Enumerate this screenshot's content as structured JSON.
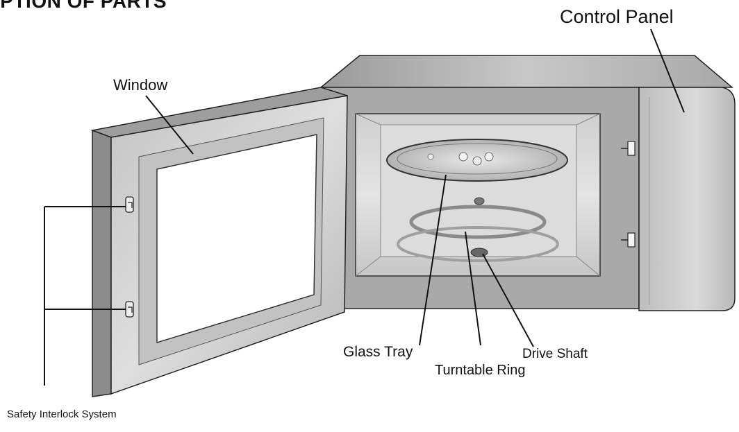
{
  "title": "IPTION OF PARTS",
  "labels": {
    "control_panel": "Control Panel",
    "window": "Window",
    "glass_tray": "Glass Tray",
    "turntable_ring": "Turntable Ring",
    "drive_shaft": "Drive Shaft",
    "safety_interlock": "Safety Interlock System"
  },
  "colors": {
    "line": "#111111",
    "body_light": "#d6d6d6",
    "body_mid": "#b0b0b0",
    "body_dark": "#8a8a8a"
  }
}
